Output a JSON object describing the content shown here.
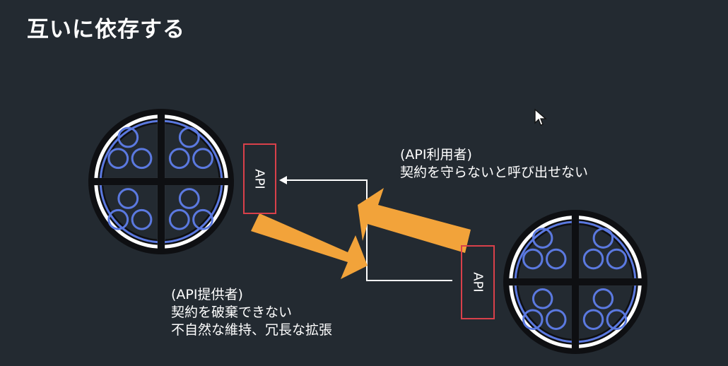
{
  "slide": {
    "title": "互いに依存する",
    "consumer_note": {
      "lines": [
        "(API利用者)",
        "契約を守らないと呼び出せない"
      ]
    },
    "provider_note": {
      "lines": [
        "(API提供者)",
        "契約を破棄できない",
        "不自然な維持、冗長な拡張"
      ]
    },
    "api_left_label": "API",
    "api_right_label": "API"
  },
  "colors": {
    "background": "#232a31",
    "arrow": "#f2a33a",
    "api_border": "#d9404a",
    "service_blue": "#5b79e0",
    "outline": "#ffffff"
  },
  "icons": {
    "cursor": "mouse-pointer-icon",
    "service": "microservice-circle-icon"
  }
}
